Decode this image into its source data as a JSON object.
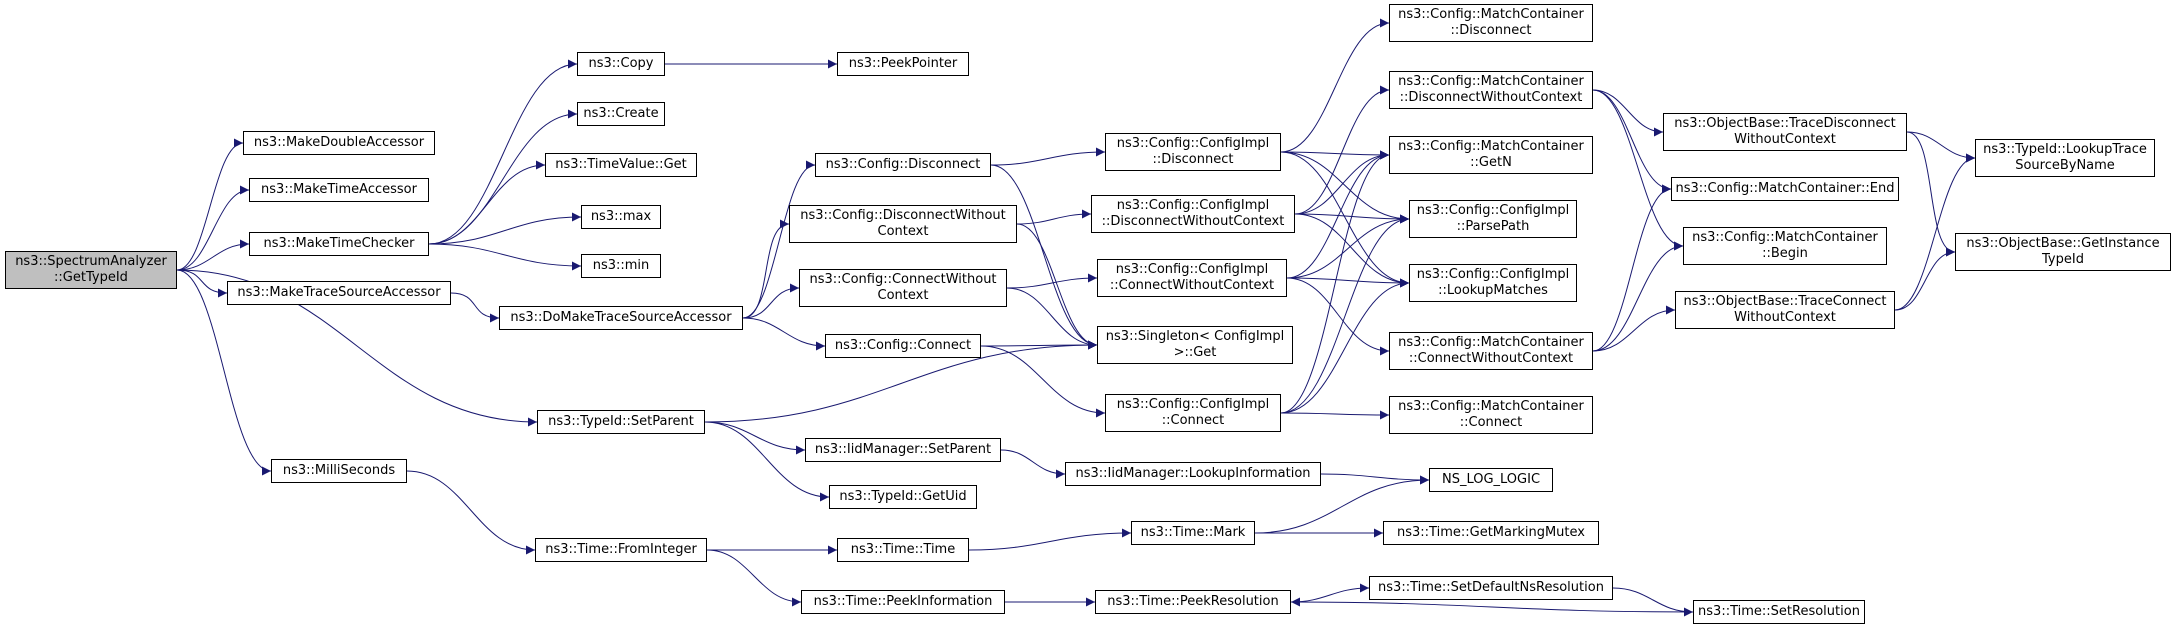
{
  "colors": {
    "edge": "#191970",
    "root_fill": "#bfbfbf",
    "node_fill": "#ffffff",
    "border": "#000000"
  },
  "nodes": {
    "n0": "ns3::SpectrumAnalyzer\n::GetTypeId",
    "n1": "ns3::MakeDoubleAccessor",
    "n2": "ns3::MakeTimeAccessor",
    "n3": "ns3::MakeTimeChecker",
    "n4": "ns3::MakeTraceSourceAccessor",
    "n5": "ns3::MilliSeconds",
    "n6": "ns3::TypeId::SetParent",
    "n7": "ns3::Copy",
    "n8": "ns3::Create",
    "n9": "ns3::TimeValue::Get",
    "n10": "ns3::max",
    "n11": "ns3::min",
    "n12": "ns3::PeekPointer",
    "n13": "ns3::DoMakeTraceSourceAccessor",
    "n14": "ns3::Config::Disconnect",
    "n15": "ns3::Config::DisconnectWithout\nContext",
    "n16": "ns3::Config::ConnectWithout\nContext",
    "n17": "ns3::Config::Connect",
    "n18": "ns3::Config::ConfigImpl\n::Disconnect",
    "n19": "ns3::Config::ConfigImpl\n::DisconnectWithoutContext",
    "n20": "ns3::Config::ConfigImpl\n::ConnectWithoutContext",
    "n21": "ns3::Singleton< ConfigImpl\n>::Get",
    "n22": "ns3::Config::ConfigImpl\n::Connect",
    "n23": "ns3::Config::MatchContainer\n::Disconnect",
    "n24": "ns3::Config::MatchContainer\n::DisconnectWithoutContext",
    "n25": "ns3::Config::MatchContainer\n::GetN",
    "n26": "ns3::Config::ConfigImpl\n::ParsePath",
    "n27": "ns3::Config::ConfigImpl\n::LookupMatches",
    "n28": "ns3::Config::MatchContainer\n::ConnectWithoutContext",
    "n29": "ns3::Config::MatchContainer\n::Connect",
    "n30": "ns3::ObjectBase::TraceDisconnect\nWithoutContext",
    "n31": "ns3::Config::MatchContainer::End",
    "n32": "ns3::Config::MatchContainer\n::Begin",
    "n33": "ns3::ObjectBase::TraceConnect\nWithoutContext",
    "n34": "ns3::TypeId::LookupTrace\nSourceByName",
    "n35": "ns3::ObjectBase::GetInstance\nTypeId",
    "n36": "ns3::IidManager::SetParent",
    "n37": "ns3::TypeId::GetUid",
    "n38": "ns3::IidManager::LookupInformation",
    "n39": "NS_LOG_LOGIC",
    "n40": "ns3::Time::FromInteger",
    "n41": "ns3::Time::Time",
    "n42": "ns3::Time::PeekInformation",
    "n43": "ns3::Time::Mark",
    "n44": "ns3::Time::GetMarkingMutex",
    "n45": "ns3::Time::PeekResolution",
    "n46": "ns3::Time::SetDefaultNsResolution",
    "n47": "ns3::Time::SetResolution"
  },
  "edges": [
    [
      "n0",
      "n1"
    ],
    [
      "n0",
      "n2"
    ],
    [
      "n0",
      "n3"
    ],
    [
      "n0",
      "n4"
    ],
    [
      "n0",
      "n5"
    ],
    [
      "n0",
      "n6"
    ],
    [
      "n3",
      "n7"
    ],
    [
      "n3",
      "n8"
    ],
    [
      "n3",
      "n9"
    ],
    [
      "n3",
      "n10"
    ],
    [
      "n3",
      "n11"
    ],
    [
      "n7",
      "n12"
    ],
    [
      "n4",
      "n13"
    ],
    [
      "n13",
      "n14"
    ],
    [
      "n13",
      "n15"
    ],
    [
      "n13",
      "n16"
    ],
    [
      "n13",
      "n17"
    ],
    [
      "n14",
      "n18"
    ],
    [
      "n14",
      "n21"
    ],
    [
      "n15",
      "n19"
    ],
    [
      "n15",
      "n21"
    ],
    [
      "n16",
      "n20"
    ],
    [
      "n16",
      "n21"
    ],
    [
      "n17",
      "n21"
    ],
    [
      "n17",
      "n22"
    ],
    [
      "n18",
      "n23"
    ],
    [
      "n18",
      "n25"
    ],
    [
      "n18",
      "n26"
    ],
    [
      "n18",
      "n27"
    ],
    [
      "n19",
      "n24"
    ],
    [
      "n19",
      "n25"
    ],
    [
      "n19",
      "n26"
    ],
    [
      "n19",
      "n27"
    ],
    [
      "n20",
      "n25"
    ],
    [
      "n20",
      "n26"
    ],
    [
      "n20",
      "n27"
    ],
    [
      "n20",
      "n28"
    ],
    [
      "n22",
      "n25"
    ],
    [
      "n22",
      "n26"
    ],
    [
      "n22",
      "n27"
    ],
    [
      "n22",
      "n29"
    ],
    [
      "n24",
      "n30"
    ],
    [
      "n24",
      "n31"
    ],
    [
      "n24",
      "n32"
    ],
    [
      "n28",
      "n31"
    ],
    [
      "n28",
      "n32"
    ],
    [
      "n28",
      "n33"
    ],
    [
      "n30",
      "n34"
    ],
    [
      "n30",
      "n35"
    ],
    [
      "n33",
      "n34"
    ],
    [
      "n33",
      "n35"
    ],
    [
      "n6",
      "n21"
    ],
    [
      "n6",
      "n36"
    ],
    [
      "n6",
      "n37"
    ],
    [
      "n36",
      "n38"
    ],
    [
      "n38",
      "n39"
    ],
    [
      "n5",
      "n40"
    ],
    [
      "n40",
      "n41"
    ],
    [
      "n40",
      "n42"
    ],
    [
      "n41",
      "n43"
    ],
    [
      "n43",
      "n39"
    ],
    [
      "n43",
      "n44"
    ],
    [
      "n42",
      "n45"
    ],
    [
      "n45",
      "n46"
    ],
    [
      "n46",
      "n47"
    ],
    [
      "n47",
      "n45"
    ]
  ]
}
